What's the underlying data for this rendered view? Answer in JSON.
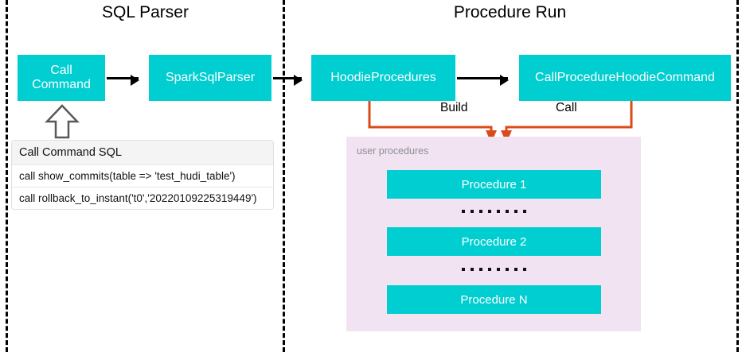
{
  "sections": {
    "left_title": "SQL Parser",
    "right_title": "Procedure Run"
  },
  "boxes": {
    "call_command": "Call\nCommand",
    "call_command_line1": "Call",
    "call_command_line2": "Command",
    "spark_sql_parser": "SparkSqlParser",
    "hoodie_procedures": "HoodieProcedures",
    "call_procedure_hoodie_command": "CallProcedureHoodieCommand"
  },
  "sql_table": {
    "header": "Call Command SQL",
    "rows": [
      "call show_commits(table => 'test_hudi_table')",
      "call rollback_to_instant('t0','20220109225319449')"
    ]
  },
  "connectors": {
    "build_label": "Build",
    "call_label": "Call"
  },
  "procedures_panel": {
    "label": "user procedures",
    "items": [
      "Procedure 1",
      "Procedure 2",
      "Procedure N"
    ],
    "ellipsis_dot_count": 8
  },
  "colors": {
    "teal": "#00CED1",
    "panel_pink": "#f2e3f3",
    "connector_orange": "#D94B19",
    "divider_black": "#000000",
    "box_text": "#ffffff",
    "panel_label_gray": "#8e8e8e"
  }
}
